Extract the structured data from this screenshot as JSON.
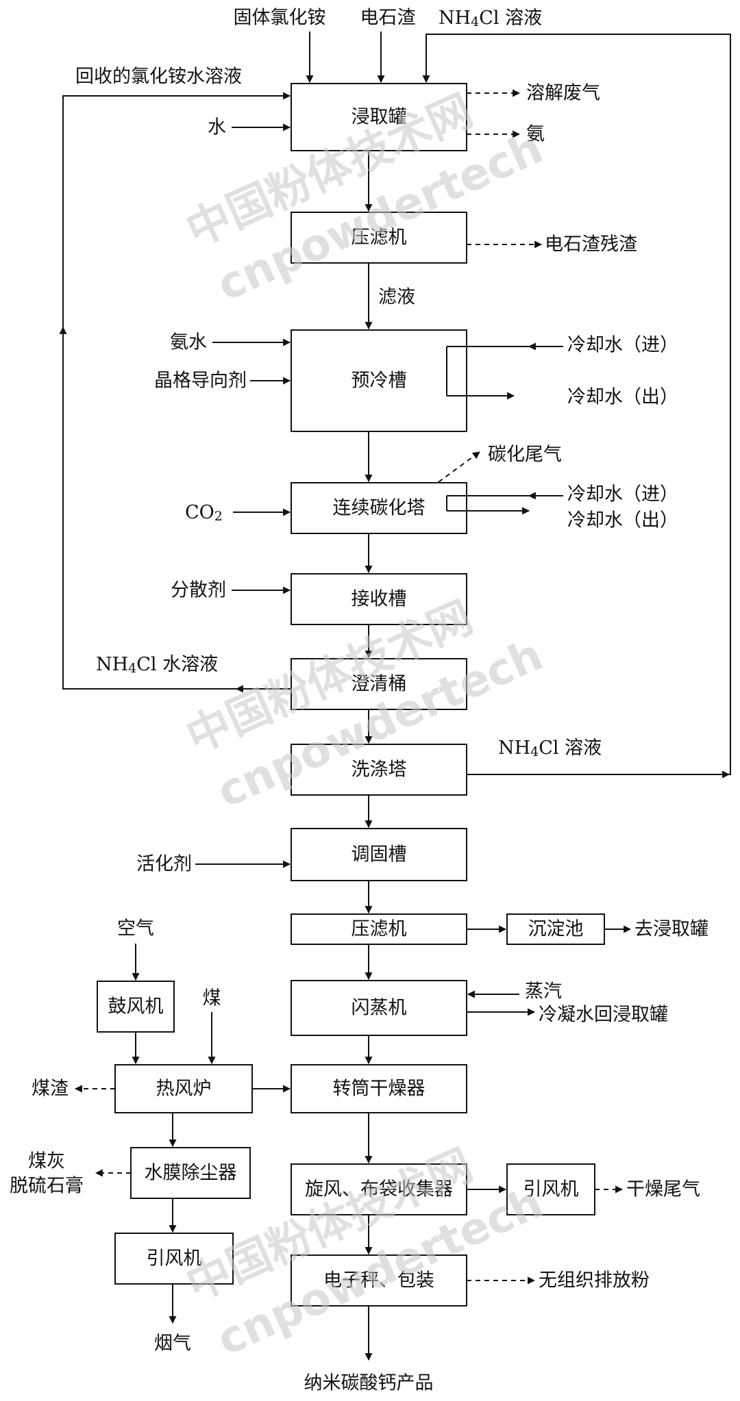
{
  "boxes": {
    "leach_tank": "浸取罐",
    "filter_press_1": "压滤机",
    "precool_tank": "预冷槽",
    "carbonation_tower": "连续碳化塔",
    "receiving_tank": "接收槽",
    "clarifier": "澄清桶",
    "washing_tower": "洗涤塔",
    "conditioning_tank": "调固槽",
    "filter_press_2": "压滤机",
    "settling_pond": "沉淀池",
    "flash_evaporator": "闪蒸机",
    "rotary_dryer": "转筒干燥器",
    "cyclone_collector": "旋风、布袋收集器",
    "induced_fan_right": "引风机",
    "scale_packing": "电子秤、包装",
    "blower": "鼓风机",
    "hot_air_furnace": "热风炉",
    "water_film_dust_remover": "水膜除尘器",
    "induced_fan_left": "引风机"
  },
  "labels": {
    "solid_nh4cl": "固体氯化铵",
    "carbide_slag": "电石渣",
    "nh4cl_solution_top_prefix": "NH",
    "nh4cl_solution_top_sub": "4",
    "nh4cl_solution_top_suffix": "Cl 溶液",
    "recycled_nh4cl": "回收的氯化铵水溶液",
    "water": "水",
    "dissolution_offgas": "溶解废气",
    "ammonia": "氨",
    "carbide_residue": "电石渣残渣",
    "filtrate": "滤液",
    "ammonia_water": "氨水",
    "crystal_director": "晶格导向剂",
    "cooling_in_1": "冷却水（进）",
    "cooling_out_1": "冷却水（出）",
    "carbonation_offgas": "碳化尾气",
    "co2_prefix": "CO",
    "co2_sub": "2",
    "cooling_in_2": "冷却水（进）",
    "cooling_out_2": "冷却水（出）",
    "dispersant": "分散剂",
    "nh4cl_water_prefix": "NH",
    "nh4cl_water_sub": "4",
    "nh4cl_water_suffix": "Cl 水溶液",
    "nh4cl_solution_wash_prefix": "NH",
    "nh4cl_solution_wash_sub": "4",
    "nh4cl_solution_wash_suffix": "Cl 溶液",
    "activator": "活化剂",
    "to_leach_tank": "去浸取罐",
    "steam": "蒸汽",
    "condensate_return": "冷凝水回浸取罐",
    "air": "空气",
    "coal": "煤",
    "coal_slag": "煤渣",
    "coal_ash": "煤灰",
    "desulfurization_gypsum": "脱硫石膏",
    "flue_gas": "烟气",
    "dry_offgas": "干燥尾气",
    "fugitive_powder": "无组织排放粉",
    "product": "纳米碳酸钙产品"
  },
  "watermark": {
    "line1": "中国粉体技术网",
    "line2": "cnpowdertech"
  }
}
